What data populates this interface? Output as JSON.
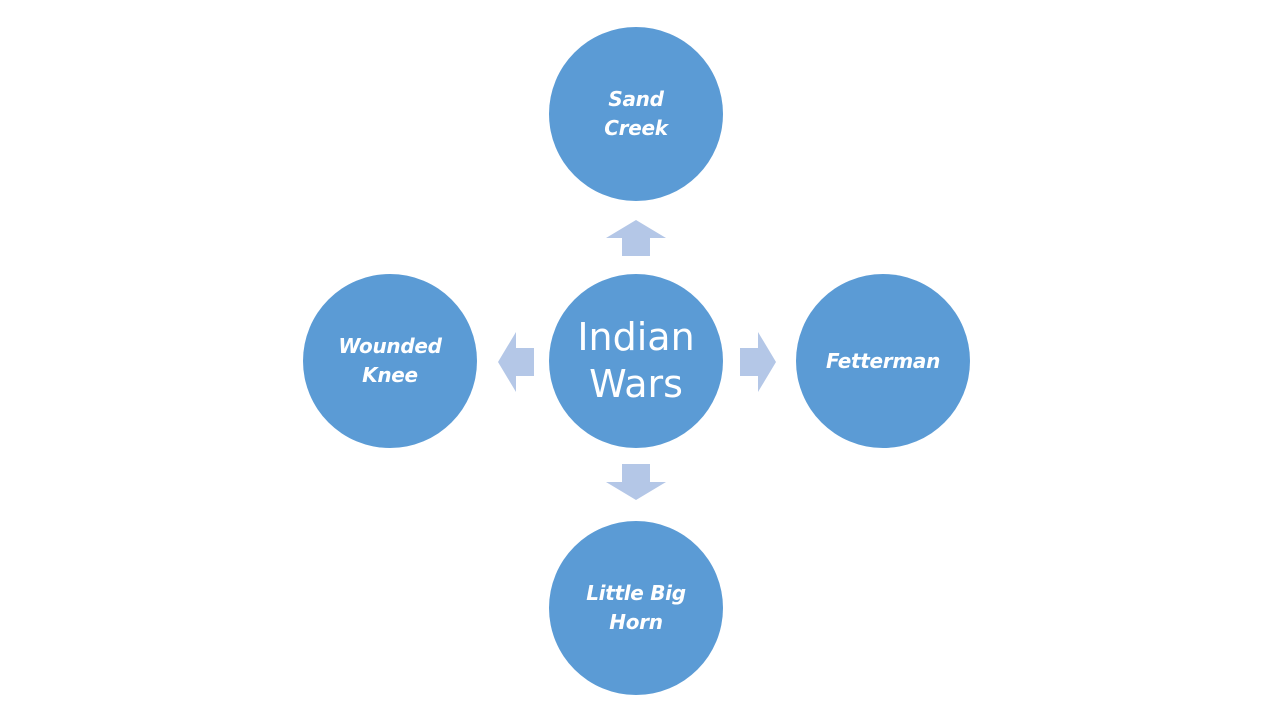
{
  "diagram": {
    "center": {
      "label": "Indian\nWars"
    },
    "nodes": [
      {
        "id": "top",
        "label": "Sand\nCreek"
      },
      {
        "id": "right",
        "label": "Fetterman"
      },
      {
        "id": "bottom",
        "label": "Little Big\nHorn"
      },
      {
        "id": "left",
        "label": "Wounded\nKnee"
      }
    ]
  },
  "colors": {
    "node_fill": "#5b9bd5",
    "arrow_fill": "#b4c7e7",
    "text": "#ffffff",
    "background": "#ffffff"
  }
}
